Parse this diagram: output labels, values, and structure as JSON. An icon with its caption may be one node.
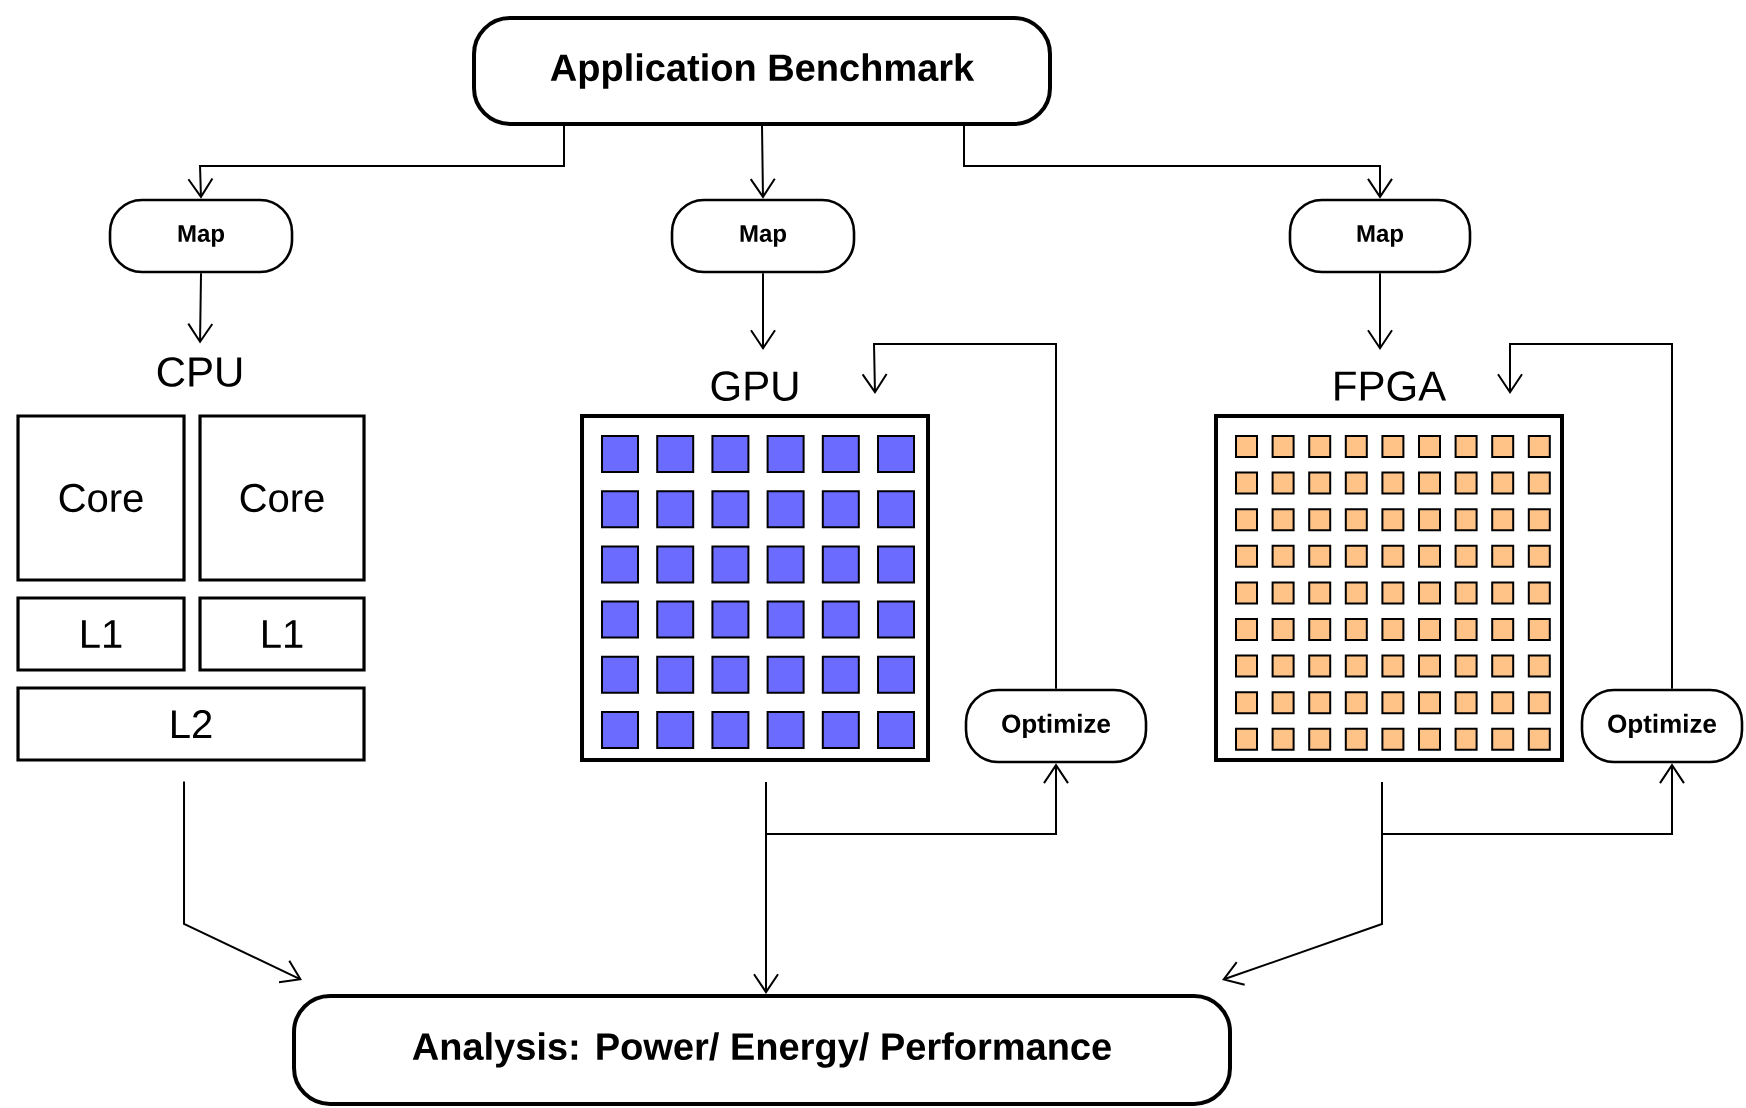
{
  "diagram": {
    "nodes": [
      {
        "text": [
          "Application Benchmark"
        ]
      },
      {
        "text": [
          "Map"
        ]
      },
      {
        "text": [
          "Map"
        ]
      },
      {
        "text": [
          "Map"
        ]
      },
      {
        "text": [
          "CPU"
        ]
      },
      {
        "text": [
          "Core"
        ]
      },
      {
        "text": [
          "Core"
        ]
      },
      {
        "text": [
          "L1"
        ]
      },
      {
        "text": [
          "L1"
        ]
      },
      {
        "text": [
          "L2"
        ]
      },
      {
        "text": [
          "GPU"
        ]
      },
      {
        "text": [
          "Optimize"
        ]
      },
      {
        "text": [
          "FPGA"
        ]
      },
      {
        "text": [
          "Optimize"
        ]
      },
      {
        "text": [
          "Analysis: Power/ Energy/ Performance"
        ]
      }
    ],
    "edges": [
      {
        "from": 0,
        "to": 1,
        "arrow": "to"
      },
      {
        "from": 0,
        "to": 2,
        "arrow": "to"
      },
      {
        "from": 0,
        "to": 3,
        "arrow": "to"
      },
      {
        "from": 1,
        "to": 4,
        "arrow": "to"
      },
      {
        "from": 2,
        "to": 10,
        "arrow": "to"
      },
      {
        "from": 3,
        "to": 12,
        "arrow": "to"
      },
      {
        "from": 10,
        "to": 11,
        "arrow": "to"
      },
      {
        "from": 11,
        "to": 10,
        "arrow": "to"
      },
      {
        "from": 12,
        "to": 13,
        "arrow": "to"
      },
      {
        "from": 13,
        "to": 12,
        "arrow": "to"
      },
      {
        "from": 9,
        "to": 14,
        "arrow": "to"
      },
      {
        "from": 10,
        "to": 14,
        "arrow": "to"
      },
      {
        "from": 12,
        "to": 14,
        "arrow": "to"
      }
    ]
  }
}
